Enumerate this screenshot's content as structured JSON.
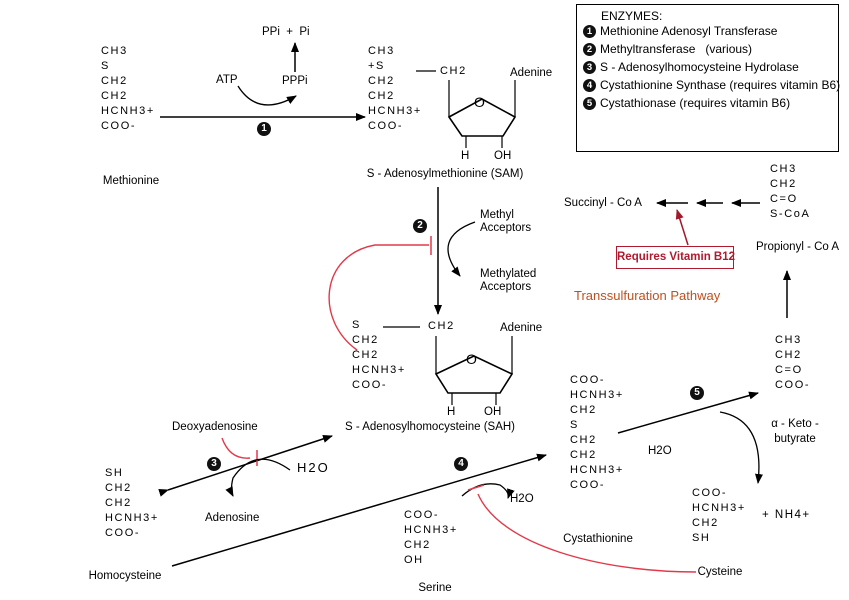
{
  "legend": {
    "title": "ENZYMES:",
    "items": [
      {
        "num": "1",
        "text": "Methionine Adenosyl Transferase"
      },
      {
        "num": "2",
        "text": "Methyltransferase   (various)"
      },
      {
        "num": "3",
        "text": "S - Adenosylhomocysteine Hydrolase"
      },
      {
        "num": "4",
        "text": "Cystathionine Synthase (requires vitamin B6)"
      },
      {
        "num": "5",
        "text": "Cystathionase (requires vitamin B6)"
      }
    ]
  },
  "labels": {
    "methionine": "Methionine",
    "sam": "S - Adenosylmethionine (SAM)",
    "sah": "S - Adenosylhomocysteine  (SAH)",
    "homocysteine": "Homocysteine",
    "serine": "Serine",
    "cystathionine": "Cystathionine",
    "cysteine": "Cysteine",
    "keto": "α - Keto -",
    "keto2": "butyrate",
    "propionyl": "Propionyl - Co A",
    "succinyl": "Succinyl - Co A",
    "requires_b12": "Requires Vitamin B12",
    "transsulfuration": "Transsulfuration Pathway",
    "atp": "ATP",
    "ppp": "PPPi",
    "ppi_pi": "PPi  +  Pi",
    "methyl_acceptors": "Methyl\nAcceptors",
    "methylated_acceptors": "Methylated\nAcceptors",
    "deoxyadenosine": "Deoxyadenosine",
    "adenosine": "Adenosine",
    "h2o_3": "H2O",
    "h2o_4": "H2O",
    "h2o_5": "H2O",
    "adenine_sam": "Adenine",
    "adenine_sah": "Adenine",
    "nh4": "+  NH4+",
    "step1": "1",
    "step2": "2",
    "step3": "3",
    "step4": "4",
    "step5": "5"
  },
  "molecules": {
    "methionine": [
      "CH3",
      "S",
      "CH2",
      "CH2",
      "HCNH3+",
      "COO-"
    ],
    "sam": [
      "CH3",
      "+S",
      "CH2",
      "CH2",
      "HCNH3+",
      "COO-"
    ],
    "sah": [
      "S",
      "CH2",
      "CH2",
      "HCNH3+",
      "COO-"
    ],
    "homocysteine": [
      "SH",
      "CH2",
      "CH2",
      "HCNH3+",
      "COO-"
    ],
    "serine": [
      "COO-",
      "HCNH3+",
      "CH2",
      "OH"
    ],
    "cystathionine": [
      "COO-",
      "HCNH3+",
      "CH2",
      "S",
      "CH2",
      "CH2",
      "HCNH3+",
      "COO-"
    ],
    "cysteine": [
      "COO-",
      "HCNH3+",
      "CH2",
      "SH"
    ],
    "keto": [
      "CH3",
      "CH2",
      "C=O",
      "COO-"
    ],
    "propionyl": [
      "CH3",
      "CH2",
      "C=O",
      "S-CoA"
    ],
    "sam_ch2": "CH2",
    "sah_ch2": "CH2",
    "sugar_h_sam": "H",
    "sugar_oh_sam": "OH",
    "sugar_h_sah": "H",
    "sugar_oh_sah": "OH",
    "sugar_o_sam": "O",
    "sugar_o_sah": "O"
  },
  "colors": {
    "red": "#e03a4a",
    "box_red": "#b01a2e",
    "orange": "#c0501f"
  }
}
